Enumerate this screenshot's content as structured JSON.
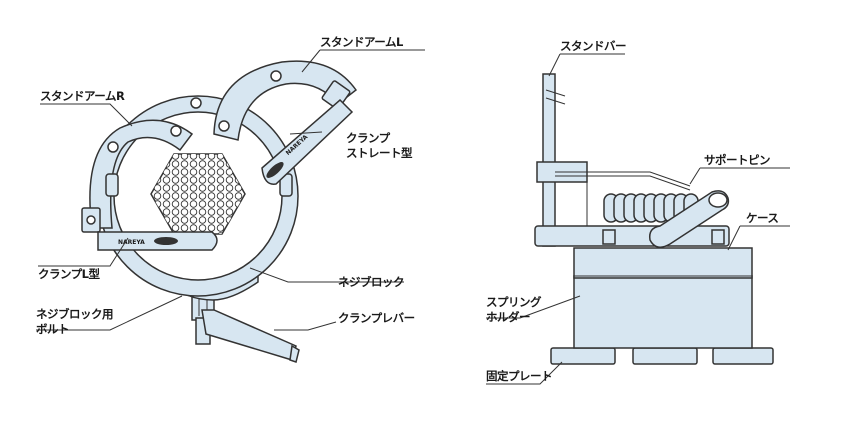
{
  "labels": {
    "stand_arm_l": "スタンドアームL",
    "stand_arm_r": "スタンドアームR",
    "clamp_straight_1": "クランプ",
    "clamp_straight_2": "ストレート型",
    "clamp_l": "クランプL型",
    "screw_block": "ネジブロック",
    "screw_block_bolt_1": "ネジブロック用",
    "screw_block_bolt_2": "ボルト",
    "clamp_lever": "クランプレバー",
    "stand_bar": "スタンドバー",
    "support_pin": "サポートピン",
    "case": "ケース",
    "spring_holder_1": "スプリング",
    "spring_holder_2": "ホルダー",
    "fixed_plate": "固定プレート"
  },
  "engravings": {
    "clamp_left": "NAREYA",
    "clamp_right": "NAREYA"
  },
  "colors": {
    "part_fill": "#d7e6f1",
    "outline": "#333333",
    "background": "#ffffff"
  }
}
